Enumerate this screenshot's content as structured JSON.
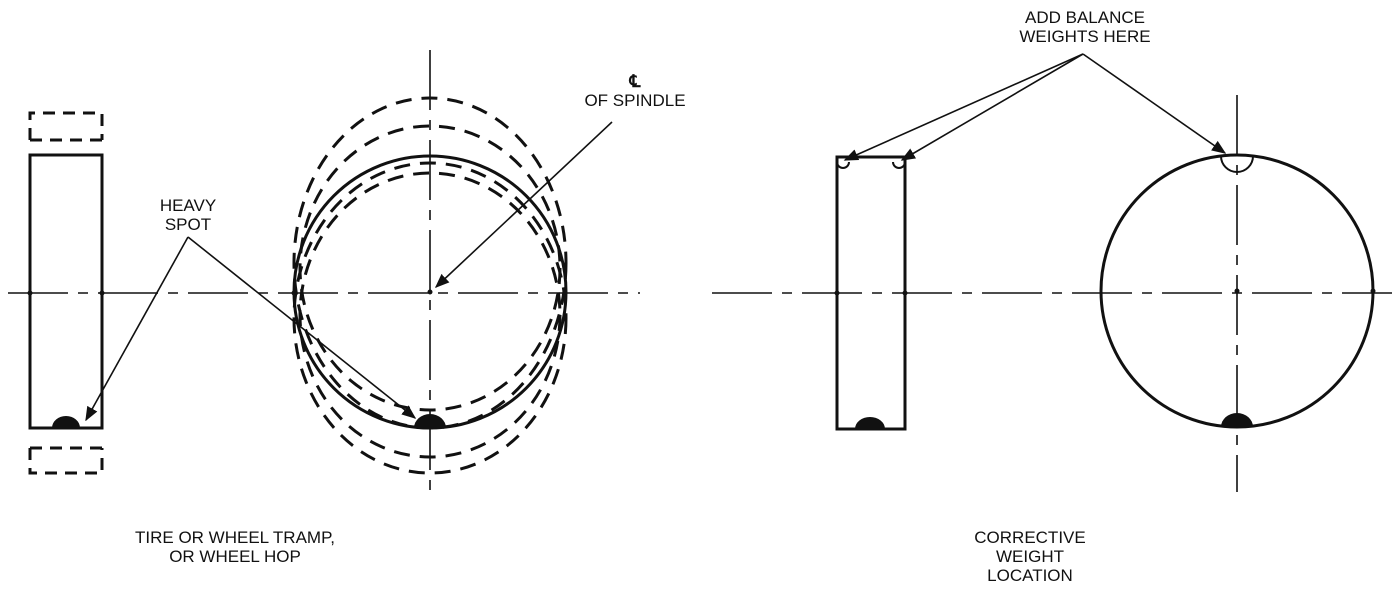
{
  "labels": {
    "heavy_spot": [
      "HEAVY",
      "SPOT"
    ],
    "cl_symbol": "℄",
    "of_spindle": "OF SPINDLE",
    "add_balance": [
      "ADD BALANCE",
      "WEIGHTS HERE"
    ],
    "tramp_caption": [
      "TIRE OR WHEEL TRAMP,",
      "OR WHEEL HOP"
    ],
    "corrective_caption": [
      "CORRECTIVE",
      "WEIGHT",
      "LOCATION"
    ]
  },
  "colors": {
    "ink": "#111111",
    "background": "#ffffff"
  }
}
